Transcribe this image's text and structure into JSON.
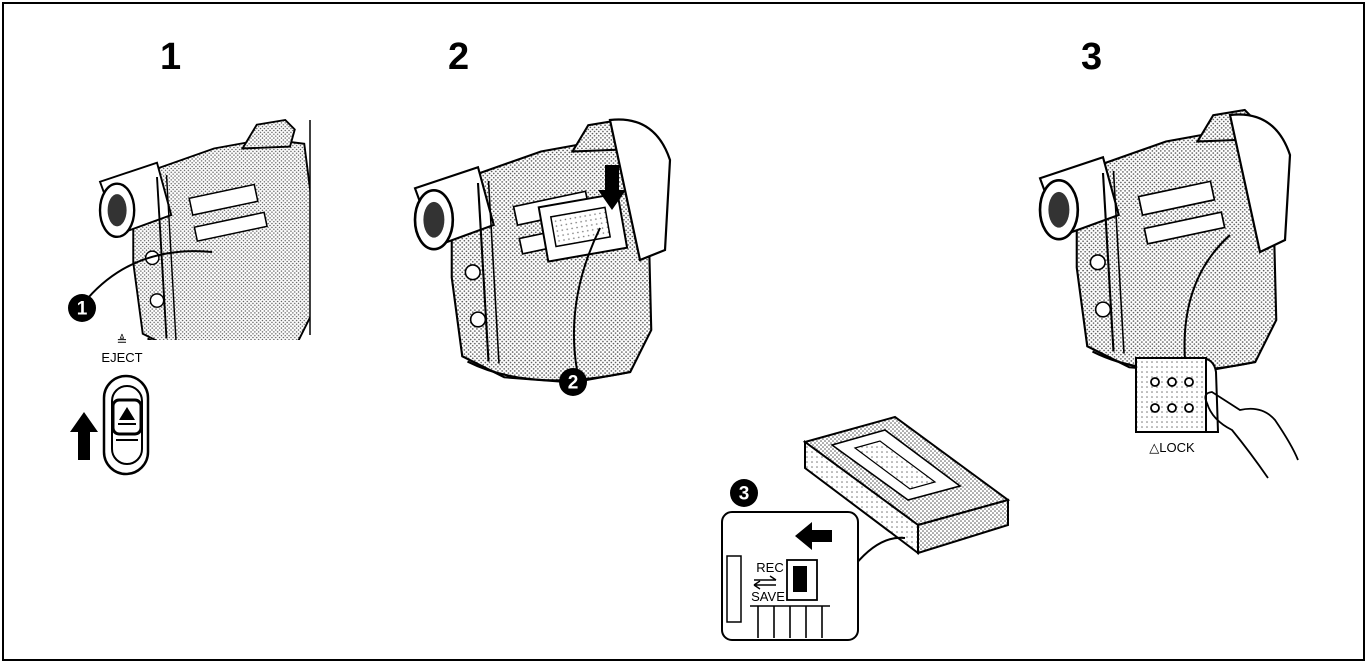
{
  "steps": [
    {
      "number": "1"
    },
    {
      "number": "2"
    },
    {
      "number": "3"
    }
  ],
  "callouts": [
    {
      "symbol": "1"
    },
    {
      "symbol": "2"
    },
    {
      "symbol": "3"
    }
  ],
  "labels": {
    "eject_symbol": "≜",
    "eject": "EJECT",
    "rec": "REC",
    "save": "SAVE",
    "lock": "△LOCK"
  },
  "icons": {
    "step1": [
      "camcorder-icon",
      "eject-lever-icon",
      "up-arrow-icon"
    ],
    "step2": [
      "camcorder-icon",
      "cassette-holder-icon",
      "down-arrow-icon"
    ],
    "step3_middle": [
      "cassette-icon",
      "rec-save-switch-icon",
      "left-arrow-icon"
    ],
    "step3": [
      "camcorder-icon",
      "lock-button-panel-icon",
      "finger-icon"
    ]
  }
}
